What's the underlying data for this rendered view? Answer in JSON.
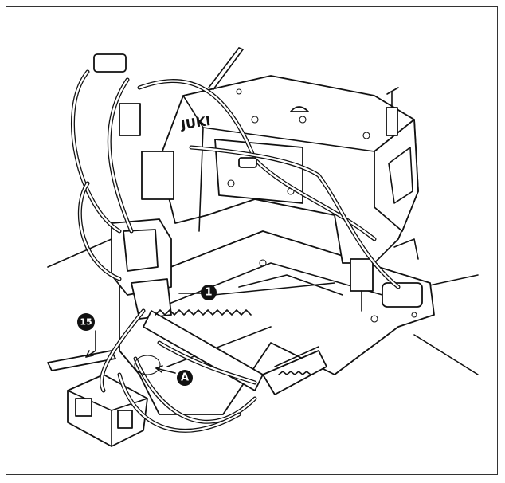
{
  "brand_text": "JUKI",
  "callouts": {
    "part_1": "1",
    "part_15": "15",
    "point_a": "A"
  },
  "colors": {
    "ink": "#111111",
    "paper": "#ffffff",
    "frame": "#333333"
  }
}
